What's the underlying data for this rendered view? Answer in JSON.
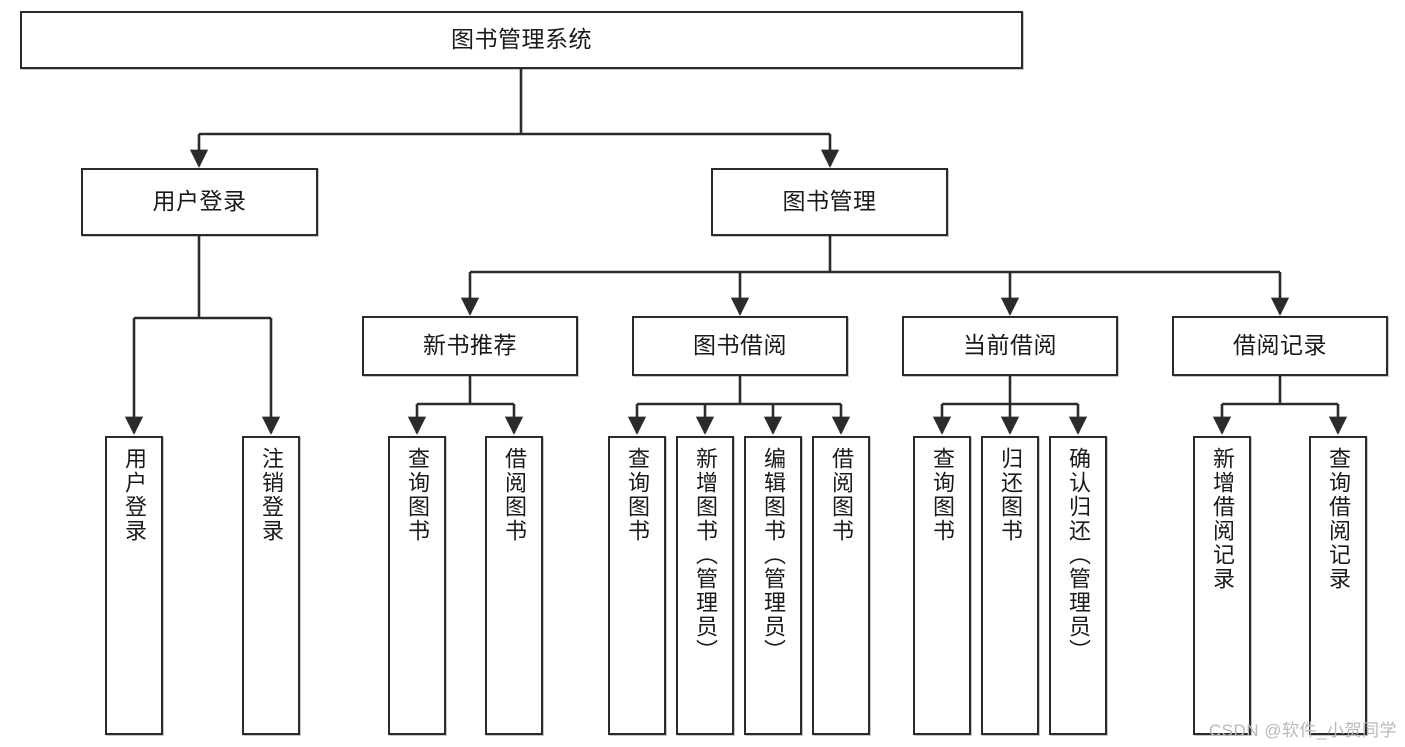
{
  "diagram": {
    "title": "图书管理系统",
    "type": "tree",
    "stroke_color": "#2b2b2b",
    "box_fill": "#ffffff",
    "text_color": "#1a1a1a",
    "root": {
      "label": "图书管理系统"
    },
    "level2": [
      {
        "label": "用户登录"
      },
      {
        "label": "图书管理"
      }
    ],
    "level3": [
      {
        "label": "新书推荐"
      },
      {
        "label": "图书借阅"
      },
      {
        "label": "当前借阅"
      },
      {
        "label": "借阅记录"
      }
    ],
    "leaves": {
      "user_login": [
        {
          "label": "用户登录"
        },
        {
          "label": "注销登录"
        }
      ],
      "new_book_recommend": [
        {
          "label": "查询图书"
        },
        {
          "label": "借阅图书"
        }
      ],
      "book_borrow": [
        {
          "label": "查询图书"
        },
        {
          "label": "新增图书（管理员）"
        },
        {
          "label": "编辑图书（管理员）"
        },
        {
          "label": "借阅图书"
        }
      ],
      "current_borrow": [
        {
          "label": "查询图书"
        },
        {
          "label": "归还图书"
        },
        {
          "label": "确认归还（管理员）"
        }
      ],
      "borrow_record": [
        {
          "label": "新增借阅记录"
        },
        {
          "label": "查询借阅记录"
        }
      ]
    }
  },
  "watermark": {
    "text": "CSDN @软件_小贺同学"
  }
}
